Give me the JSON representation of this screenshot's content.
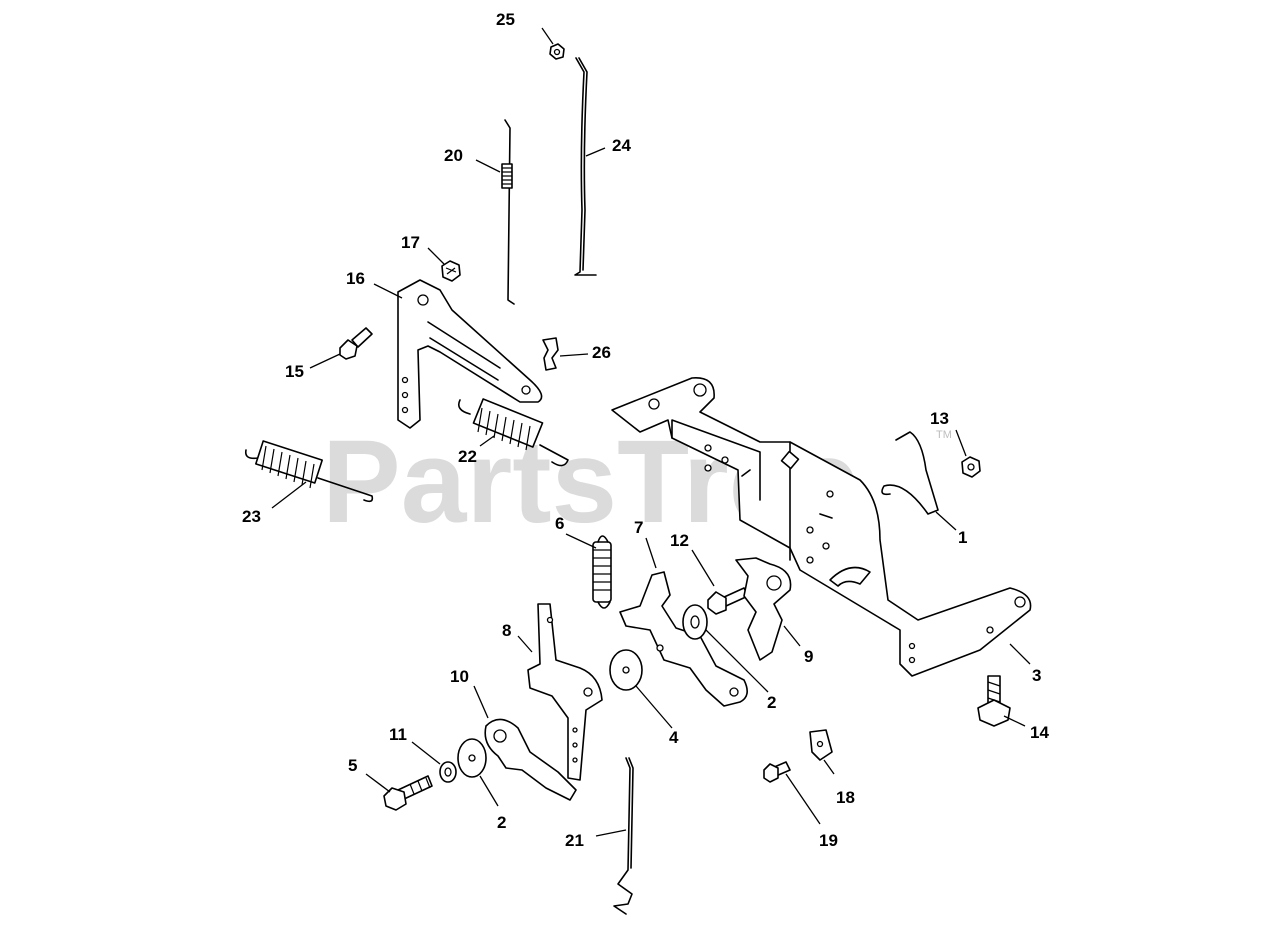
{
  "watermark": {
    "text": "PartsTree",
    "trademark": "TM"
  },
  "callouts": [
    "1",
    "2",
    "3",
    "4",
    "5",
    "6",
    "7",
    "8",
    "9",
    "10",
    "11",
    "12",
    "13",
    "14",
    "15",
    "16",
    "17",
    "18",
    "19",
    "20",
    "21",
    "22",
    "23",
    "24",
    "25",
    "26"
  ]
}
